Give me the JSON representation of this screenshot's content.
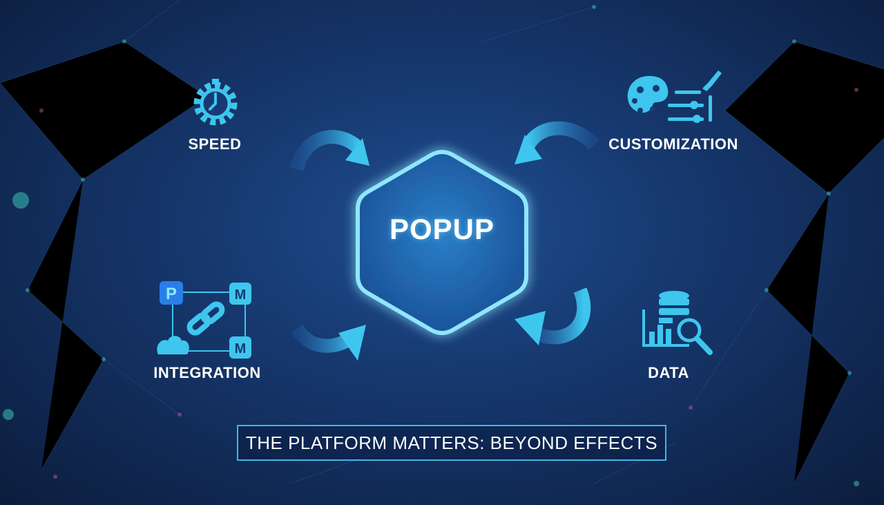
{
  "center": {
    "label": "POPUP"
  },
  "features": [
    {
      "label": "SPEED",
      "icon": "stopwatch-gear-icon"
    },
    {
      "label": "CUSTOMIZATION",
      "icon": "palette-sliders-icon"
    },
    {
      "label": "INTEGRATION",
      "icon": "linked-apps-icon"
    },
    {
      "label": "DATA",
      "icon": "database-magnifier-icon"
    }
  ],
  "banner": {
    "text": "THE PLATFORM MATTERS: BEYOND EFFECTS"
  },
  "colors": {
    "accent": "#3ec6ee",
    "background": "#173a72",
    "glow": "#8fe6ff"
  }
}
